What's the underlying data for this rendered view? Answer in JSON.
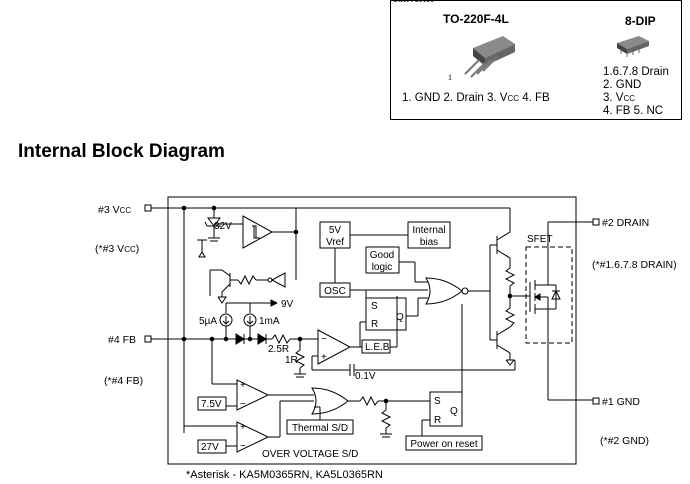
{
  "header": {
    "clipped_text": "converter",
    "section_title": "Internal Block Diagram"
  },
  "packages": {
    "to220": {
      "name": "TO-220F-4L",
      "pin_tick": "1",
      "pins": "1. GND 2. Drain 3. V",
      "pins_sub": "CC",
      "pins_tail": " 4. FB"
    },
    "dip8": {
      "name": "8-DIP",
      "line1": "1.6.7.8 Drain",
      "line2": "2. GND",
      "line3": "3. V",
      "line3_sub": "CC",
      "line4": "4. FB 5. NC"
    }
  },
  "pins": {
    "vcc_pre": "#3 V",
    "vcc_sub": "CC",
    "vcc_alt_pre": "(*#3 V",
    "vcc_alt_sub": "CC",
    "vcc_alt_post": ")",
    "fb": "#4 FB",
    "fb_alt": "(*#4 FB)",
    "drain": "#2 DRAIN",
    "drain_alt": "(*#1.6.7.8 DRAIN)",
    "gnd": "#1 GND",
    "gnd_alt": "(*#2 GND)"
  },
  "blocks": {
    "vref_line1": "5V",
    "vref_line2": "Vref",
    "bias_line1": "Internal",
    "bias_line2": "bias",
    "good_line1": "Good",
    "good_line2": "logic",
    "osc": "OSC",
    "leb": "L.E.B",
    "v75": "7.5V",
    "v27": "27V",
    "thermal": "Thermal S/D",
    "por": "Power on reset",
    "ovp": "OVER VOLTAGE S/D",
    "sfet": "SFET"
  },
  "labels": {
    "zener": "32V",
    "nine_v": "9V",
    "src_5ua": "5µA",
    "src_1ma": "1mA",
    "r25": "2.5R",
    "r1": "1R",
    "cap": "0.1V",
    "s1": "S",
    "r1l": "R",
    "q1": "Q",
    "s2": "S",
    "r2l": "R",
    "q2": "Q",
    "plus": "+",
    "minus": "−"
  },
  "footnote": "*Asterisk - KA5M0365RN, KA5L0365RN"
}
